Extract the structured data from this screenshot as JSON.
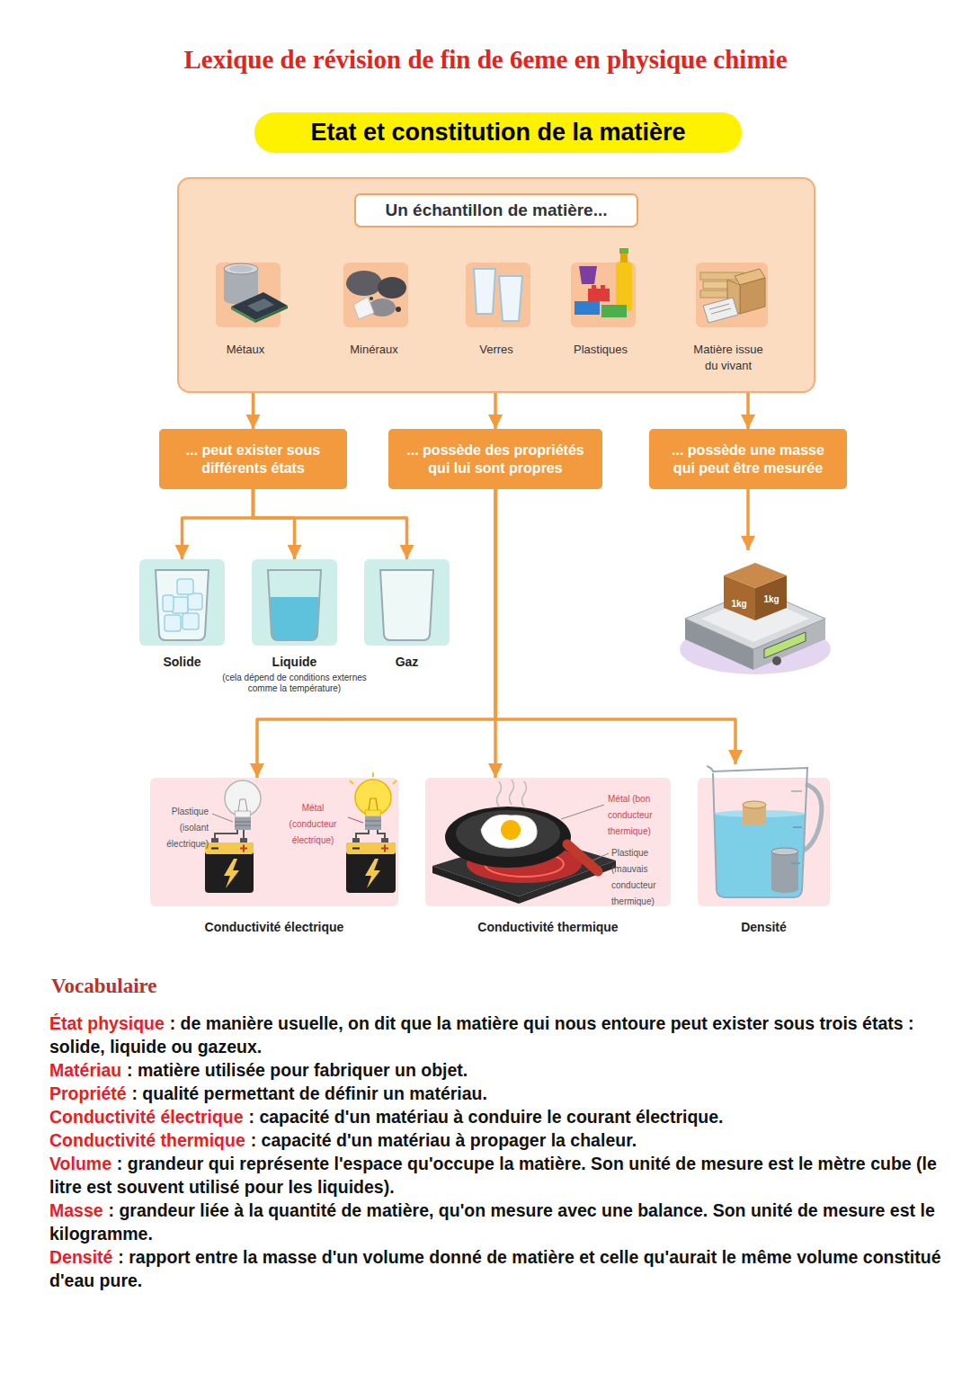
{
  "diagram": {
    "title": "Lexique de révision de fin de 6eme en physique chimie",
    "nodes": [
      {
        "text": [
          "Un échantillon de matière..."
        ]
      },
      {
        "text": [
          "... peut exister sous différents états"
        ]
      },
      {
        "text": [
          "... possède des propriétés qui lui sont propres"
        ]
      },
      {
        "text": [
          "... possède une masse qui peut être mesurée"
        ]
      },
      {
        "text": [
          "Solide"
        ]
      },
      {
        "text": [
          "Liquide",
          "(cela dépend de conditions externes comme la température)"
        ]
      },
      {
        "text": [
          "Gaz"
        ]
      },
      {
        "text": [
          "Conductivité électrique"
        ]
      },
      {
        "text": [
          "Conductivité thermique"
        ]
      },
      {
        "text": [
          "Densité"
        ]
      }
    ],
    "edges": [
      {
        "from": 0,
        "to": 1,
        "arrow": "to"
      },
      {
        "from": 0,
        "to": 2,
        "arrow": "to"
      },
      {
        "from": 0,
        "to": 3,
        "arrow": "to"
      },
      {
        "from": 1,
        "to": 4,
        "arrow": "to"
      },
      {
        "from": 1,
        "to": 5,
        "arrow": "to"
      },
      {
        "from": 1,
        "to": 6,
        "arrow": "to"
      },
      {
        "from": 2,
        "to": 7,
        "arrow": "to"
      },
      {
        "from": 2,
        "to": 8,
        "arrow": "to"
      },
      {
        "from": 2,
        "to": 9,
        "arrow": "to"
      }
    ],
    "labels": [
      "Etat et constitution de la matière",
      "Métaux",
      "Minéraux",
      "Verres",
      "Plastiques",
      "Matière issue du vivant",
      "1kg",
      "1kg",
      "Plastique (isolant électrique)",
      "Métal (conducteur électrique)",
      "Métal (bon conducteur thermique)",
      "Plastique (mauvais conducteur thermique)",
      "Vocabulaire",
      "État physique",
      ": de manière usuelle, on dit que la matière qui nous entoure peut exister sous trois états : solide, liquide ou gazeux.",
      "Matériau",
      ": matière utilisée pour fabriquer un objet.",
      "Propriété",
      ": qualité permettant de définir un matériau.",
      "Conductivité électrique",
      ": capacité d'un matériau à conduire le courant électrique.",
      "Conductivité thermique",
      ": capacité d'un matériau à propager la chaleur.",
      "Volume",
      ": grandeur qui représente l'espace qu'occupe la matière. Son unité de mesure est le mètre cube (le litre est souvent utilisé pour les liquides).",
      "Masse",
      ": grandeur liée à la quantité de matière, qu'on mesure avec une balance. Son unité de mesure est le kilogramme.",
      "Densité",
      ": rapport entre la masse d'un volume donné de matière et celle qu'aurait le même volume constitué d'eau pure."
    ]
  }
}
